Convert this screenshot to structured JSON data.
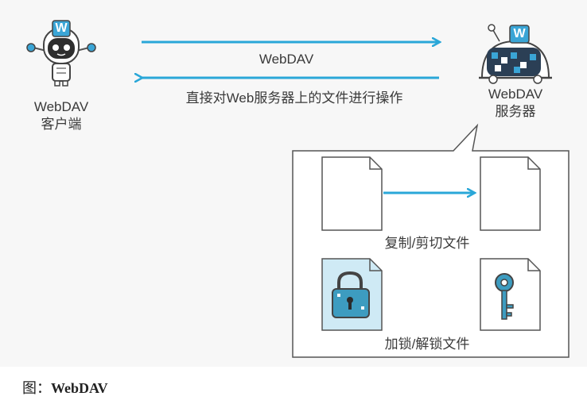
{
  "diagram": {
    "client_label_line1": "WebDAV",
    "client_label_line2": "客户端",
    "server_label_line1": "WebDAV",
    "server_label_line2": "服务器",
    "protocol_label": "WebDAV",
    "description_label": "直接对Web服务器上的文件进行操作",
    "copy_label": "复制/剪切文件",
    "lock_label": "加锁/解锁文件",
    "client_badge": "W",
    "server_badge": "W"
  },
  "caption": {
    "prefix": "图：",
    "title": "WebDAV"
  },
  "colors": {
    "arrow_blue": "#2aa7d8",
    "outline": "#555555",
    "lock_fill": "#3d9cc0",
    "doc_blue_bg": "#cfeaf5",
    "robot_badge": "#3aa5d6"
  },
  "icons": [
    "client-robot-icon",
    "server-robot-icon",
    "document-icon",
    "lock-icon",
    "key-icon"
  ]
}
